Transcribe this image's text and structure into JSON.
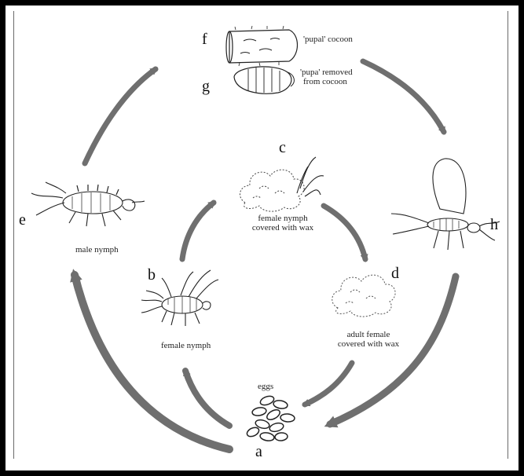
{
  "letters": {
    "a": "a",
    "b": "b",
    "c": "c",
    "d": "d",
    "e": "e",
    "f": "f",
    "g": "g",
    "h": "h"
  },
  "labels": {
    "eggs": "eggs",
    "female_nymph": "female nymph",
    "male_nymph": "male nymph",
    "female_nymph_wax_1": "female nymph",
    "female_nymph_wax_2": "covered with wax",
    "adult_female_wax_1": "adult female",
    "adult_female_wax_2": "covered with wax",
    "pupal_cocoon": "'pupal' cocoon",
    "pupa_removed_1": "'pupa' removed",
    "pupa_removed_2": "from cocoon"
  },
  "colors": {
    "arrow": "#6f6f6f",
    "ink": "#222222",
    "background": "#ffffff",
    "frame": "#000000"
  }
}
